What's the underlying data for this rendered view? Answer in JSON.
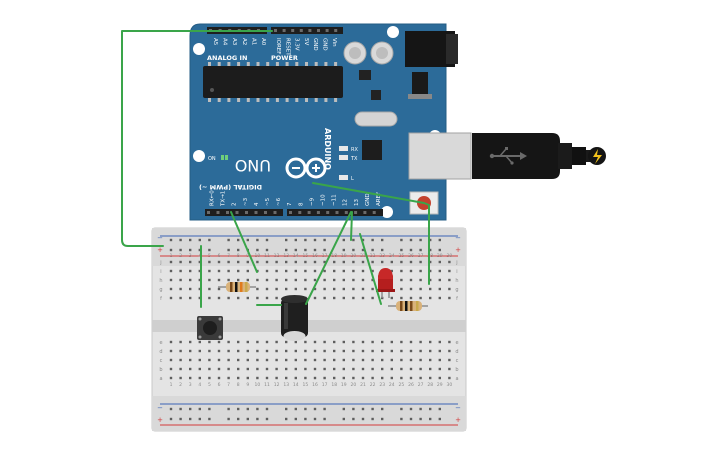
{
  "board": {
    "brand": "ARDUINO",
    "model": "UNO",
    "led_on_label": "ON",
    "led_l_label": "L",
    "led_tx_label": "TX",
    "led_rx_label": "RX",
    "analog_label": "ANALOG IN",
    "power_label": "POWER",
    "digital_label": "DIGITAL (PWM ~)",
    "analog_pins": [
      "A0",
      "A1",
      "A2",
      "A3",
      "A4",
      "A5"
    ],
    "power_pins": [
      "IOREF",
      "RESET",
      "3.3V",
      "5V",
      "GND",
      "GND",
      "Vin"
    ],
    "digital_pins": [
      "AREF",
      "GND",
      "13",
      "12",
      "~11",
      "~10",
      "~9",
      "8",
      "7",
      "~6",
      "~5",
      "4",
      "~3",
      "2",
      "TX→1",
      "RX←0"
    ]
  },
  "colors": {
    "board": "#2c6b99",
    "wire": "#3aa54a",
    "breadboard": "#e4e4e4",
    "rail_red": "#d23b3b",
    "rail_blue": "#3a63b5",
    "led_red": "#b51e1e",
    "capacitor": "#1f1f1f",
    "usb": "#111111"
  },
  "components": {
    "resistor_1": "resistor",
    "resistor_2": "resistor",
    "pushbutton": "pushbutton",
    "capacitor": "electrolytic-capacitor",
    "led": "red-led"
  }
}
